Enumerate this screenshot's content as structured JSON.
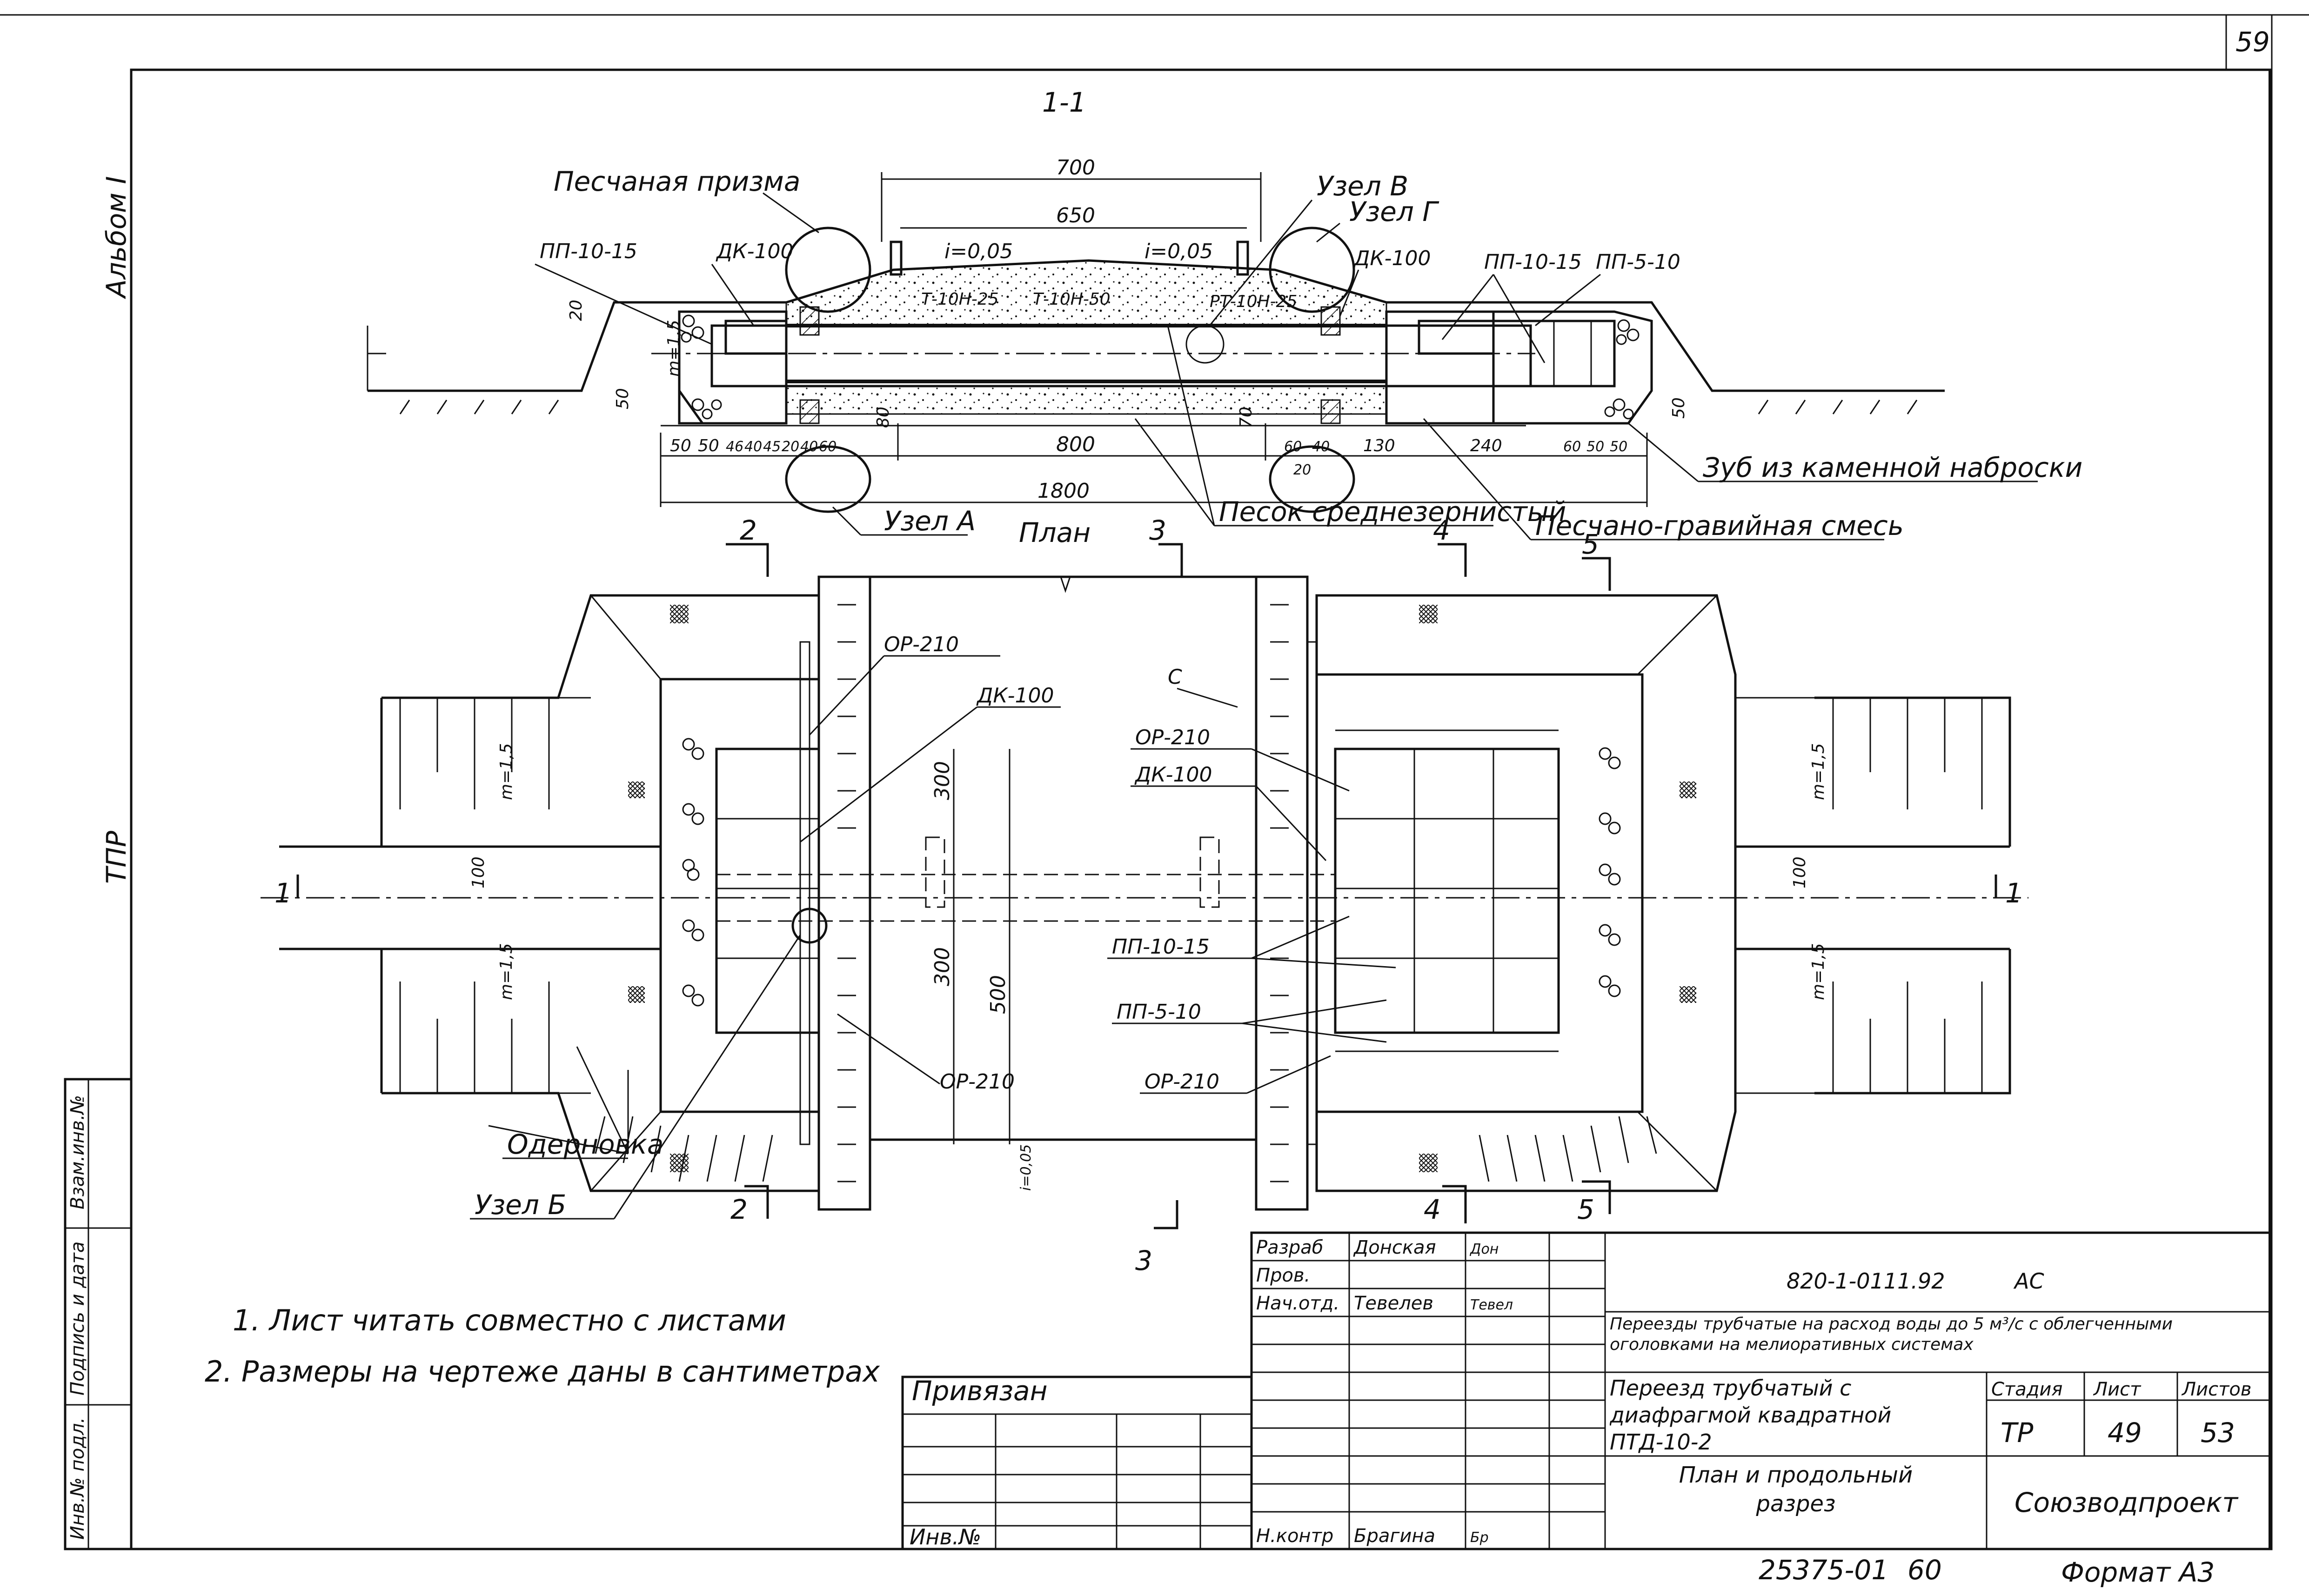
{
  "sheet": {
    "page_number": "59",
    "album": "Альбом I",
    "series": "ТПР"
  },
  "section": {
    "title": "1-1",
    "labels": {
      "sand_prism": "Песчаная призма",
      "pp_10_15_left": "ПП-10-15",
      "dk_100_left": "ДК-100",
      "node_v": "Узел В",
      "node_g": "Узел Г",
      "dk_100_right": "ДК-100",
      "pp_10_15_right": "ПП-10-15",
      "pp_5_10_right": "ПП-5-10",
      "slope_left": "i=0,05",
      "slope_right": "i=0,05",
      "t10n25": "Т-10Н-25",
      "t10n50": "Т-10Н-50",
      "rt10n25": "РТ-10Н-25",
      "m15": "m=1,5",
      "stone_tooth": "Зуб из каменной наброски",
      "node_a": "Узел А",
      "sand_medium": "Песок среднезернистый",
      "sand_gravel": "Песчано-гравийная смесь",
      "plan": "План"
    },
    "dims": {
      "d700": "700",
      "d650": "650",
      "d800": "800",
      "d1800": "1800",
      "d20": "20",
      "d50": "50",
      "d80": "80",
      "d70": "70",
      "d130": "130",
      "d240": "240",
      "d60": "60",
      "d40": "40",
      "d45": "45",
      "d46": "46"
    }
  },
  "plan": {
    "labels": {
      "op_210_a": "ОР-210",
      "dk_100_a": "ДК-100",
      "c": "С",
      "op_210_b": "ОР-210",
      "dk_100_b": "ДК-100",
      "pp_10_15": "ПП-10-15",
      "pp_5_10": "ПП-5-10",
      "op_210_c": "ОР-210",
      "op_210_d": "ОР-210",
      "sodding": "Одерновка",
      "node_b": "Узел Б",
      "m15_a": "m=1,5",
      "m15_b": "m=1,5",
      "m15_c": "m=1,5",
      "m15_d": "m=1,5",
      "slope": "i=0,05"
    },
    "dims": {
      "d300a": "300",
      "d300b": "300",
      "d500": "500",
      "d100a": "100",
      "d100b": "100"
    },
    "cuts": {
      "c1": "1",
      "c2": "2",
      "c3": "3",
      "c4": "4",
      "c5": "5"
    }
  },
  "notes": [
    "1. Лист читать совместно с листами",
    "2. Размеры на чертеже даны в сантиметрах"
  ],
  "stamp": {
    "side_labels": {
      "vzam": "Взам.инв.№",
      "sign_date": "Подпись и дата",
      "inv_podl": "Инв.№ подл."
    },
    "privyazan": "Привязан",
    "inv_no": "Инв.№",
    "roles": [
      {
        "role": "Разраб",
        "name": "Донская",
        "sign": "Дон"
      },
      {
        "role": "Пров.",
        "name": "",
        "sign": ""
      },
      {
        "role": "Нач.отд.",
        "name": "Тевелев",
        "sign": "Тевел"
      },
      {
        "role": "Н.контр",
        "name": "Брагина",
        "sign": "Бр"
      }
    ],
    "code": "820-1-0111.92",
    "mark": "АС",
    "project_title": "Переезды трубчатые на расход воды до 5 м³/с с облегченными оголовками на мелиоративных системах",
    "object_title": "Переезд трубчатый с диафрагмой квадратной ПТД-10-2",
    "stage_header": "Стадия",
    "sheet_header": "Лист",
    "sheets_header": "Листов",
    "stage": "ТР",
    "sheet": "49",
    "sheets": "53",
    "drawing_title": "План и продольный разрез",
    "organization": "Союзводпроект",
    "print_number": "25375-01",
    "print_page": "60",
    "format": "Формат А3"
  }
}
